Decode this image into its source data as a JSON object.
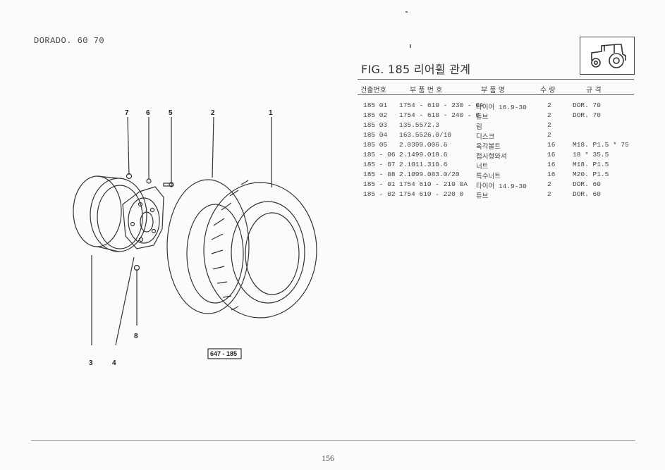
{
  "header": {
    "model": "DORADO. 60  70",
    "figure_title": "FIG. 185 리어휠 관계"
  },
  "table": {
    "columns": [
      "건출번호",
      "부 품 번 호",
      "부 품 명",
      "수 량",
      "규  격"
    ],
    "rows": [
      [
        "185  01",
        "1754 - 610 - 230 - 0A",
        "타이어 16.9-30",
        "2",
        "DOR. 70"
      ],
      [
        "185  02",
        "1754 - 610 - 240 - 0",
        "튜브",
        "2",
        "DOR. 70"
      ],
      [
        "185  03",
        "135.5572.3",
        "림",
        "2",
        ""
      ],
      [
        "185  04",
        "163.5526.0/10",
        "디스크",
        "2",
        ""
      ],
      [
        "185  05",
        "2.0399.006.6",
        "육각볼트",
        "16",
        "M18. P1.5 * 75"
      ],
      [
        "185 - 06",
        "2.1499.018.6",
        "접시형와셔",
        "16",
        "18 * 35.5"
      ],
      [
        "185 - 07",
        "2.1011.310.6",
        "너트",
        "16",
        "M18. P1.5"
      ],
      [
        "185 - 08",
        "2.1099.083.0/20",
        "특수너트",
        "16",
        "M20. P1.5"
      ],
      [
        "185 - 01",
        "1754   610 - 210   0A",
        "타이어 14.9-30",
        "2",
        "DOR. 60"
      ],
      [
        "185 - 02",
        "1754   610 - 220   0",
        "튜브",
        "2",
        "DOR. 60"
      ]
    ]
  },
  "diagram": {
    "callouts": [
      "7",
      "6",
      "5",
      "2",
      "1",
      "3",
      "4",
      "8"
    ],
    "figure_ref": "647 - 185"
  },
  "footer": {
    "page_number": "156"
  },
  "icons": {
    "tractor": "tractor-icon"
  }
}
